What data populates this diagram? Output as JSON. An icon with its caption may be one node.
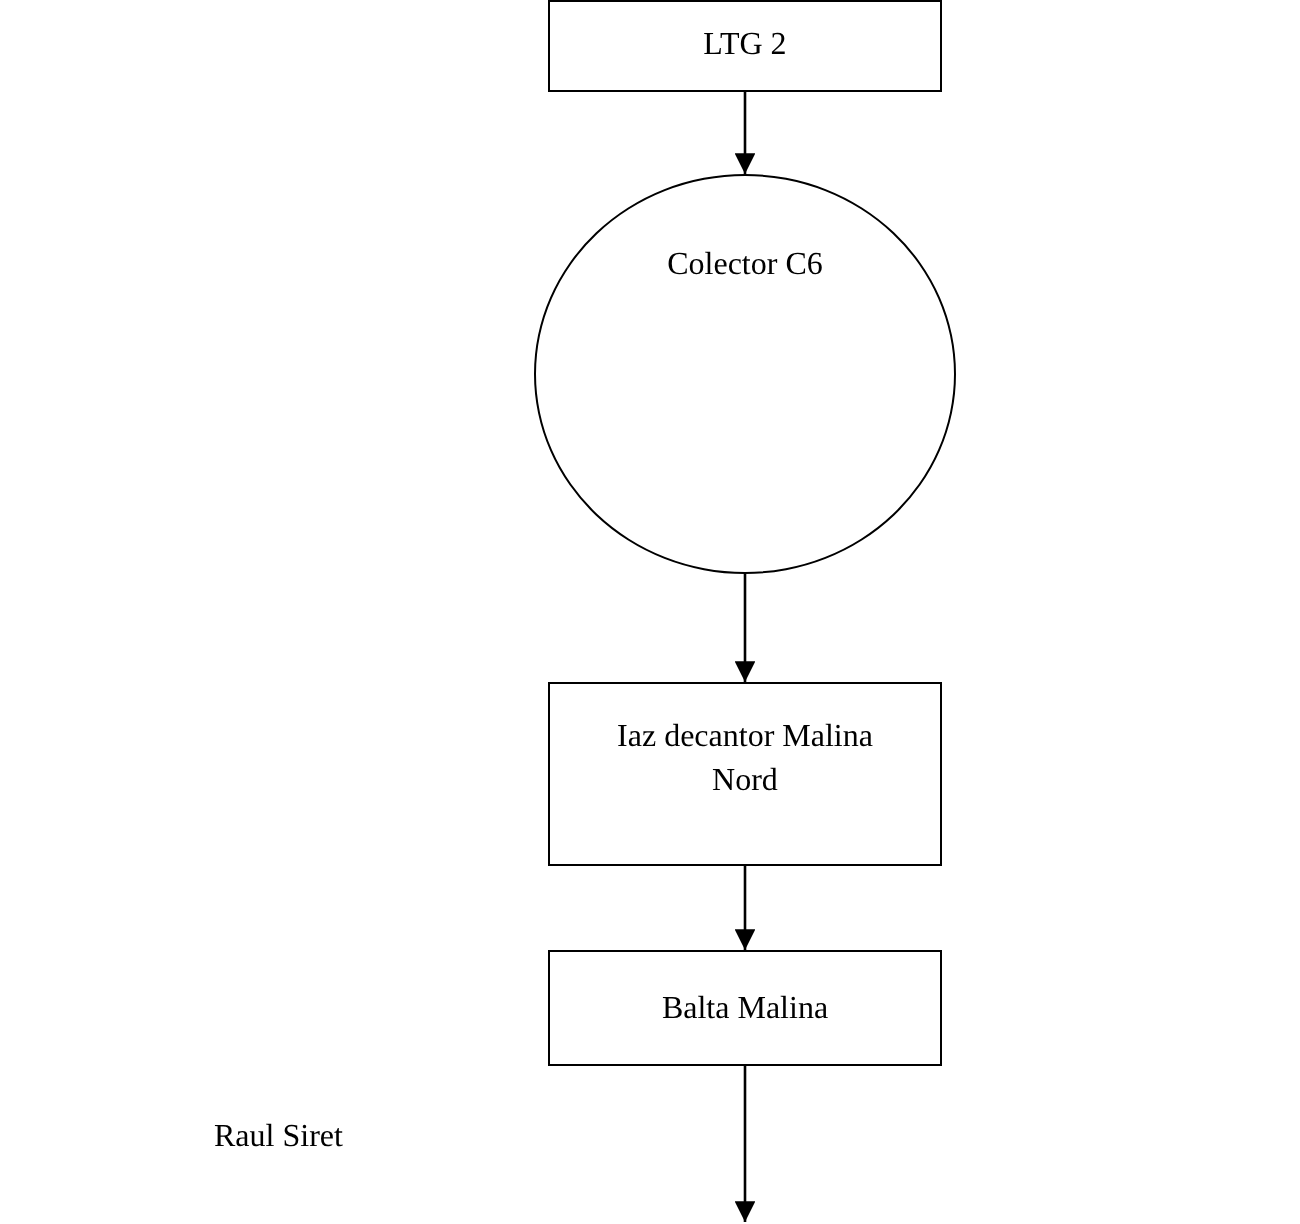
{
  "diagram": {
    "nodes": [
      {
        "text": [
          "LTG 2"
        ]
      },
      {
        "text": [
          "Colector C6"
        ]
      },
      {
        "text": [
          "Iaz decantor Malina Nord"
        ]
      },
      {
        "text": [
          "Balta Malina"
        ]
      }
    ],
    "edges": [
      {
        "from": 0,
        "to": 1,
        "arrow": "to"
      },
      {
        "from": 1,
        "to": 2,
        "arrow": "to"
      },
      {
        "from": 2,
        "to": 3,
        "arrow": "to"
      },
      {
        "from": 3,
        "to": null,
        "arrow": "to"
      }
    ],
    "labels": [
      "Raul Siret"
    ]
  }
}
